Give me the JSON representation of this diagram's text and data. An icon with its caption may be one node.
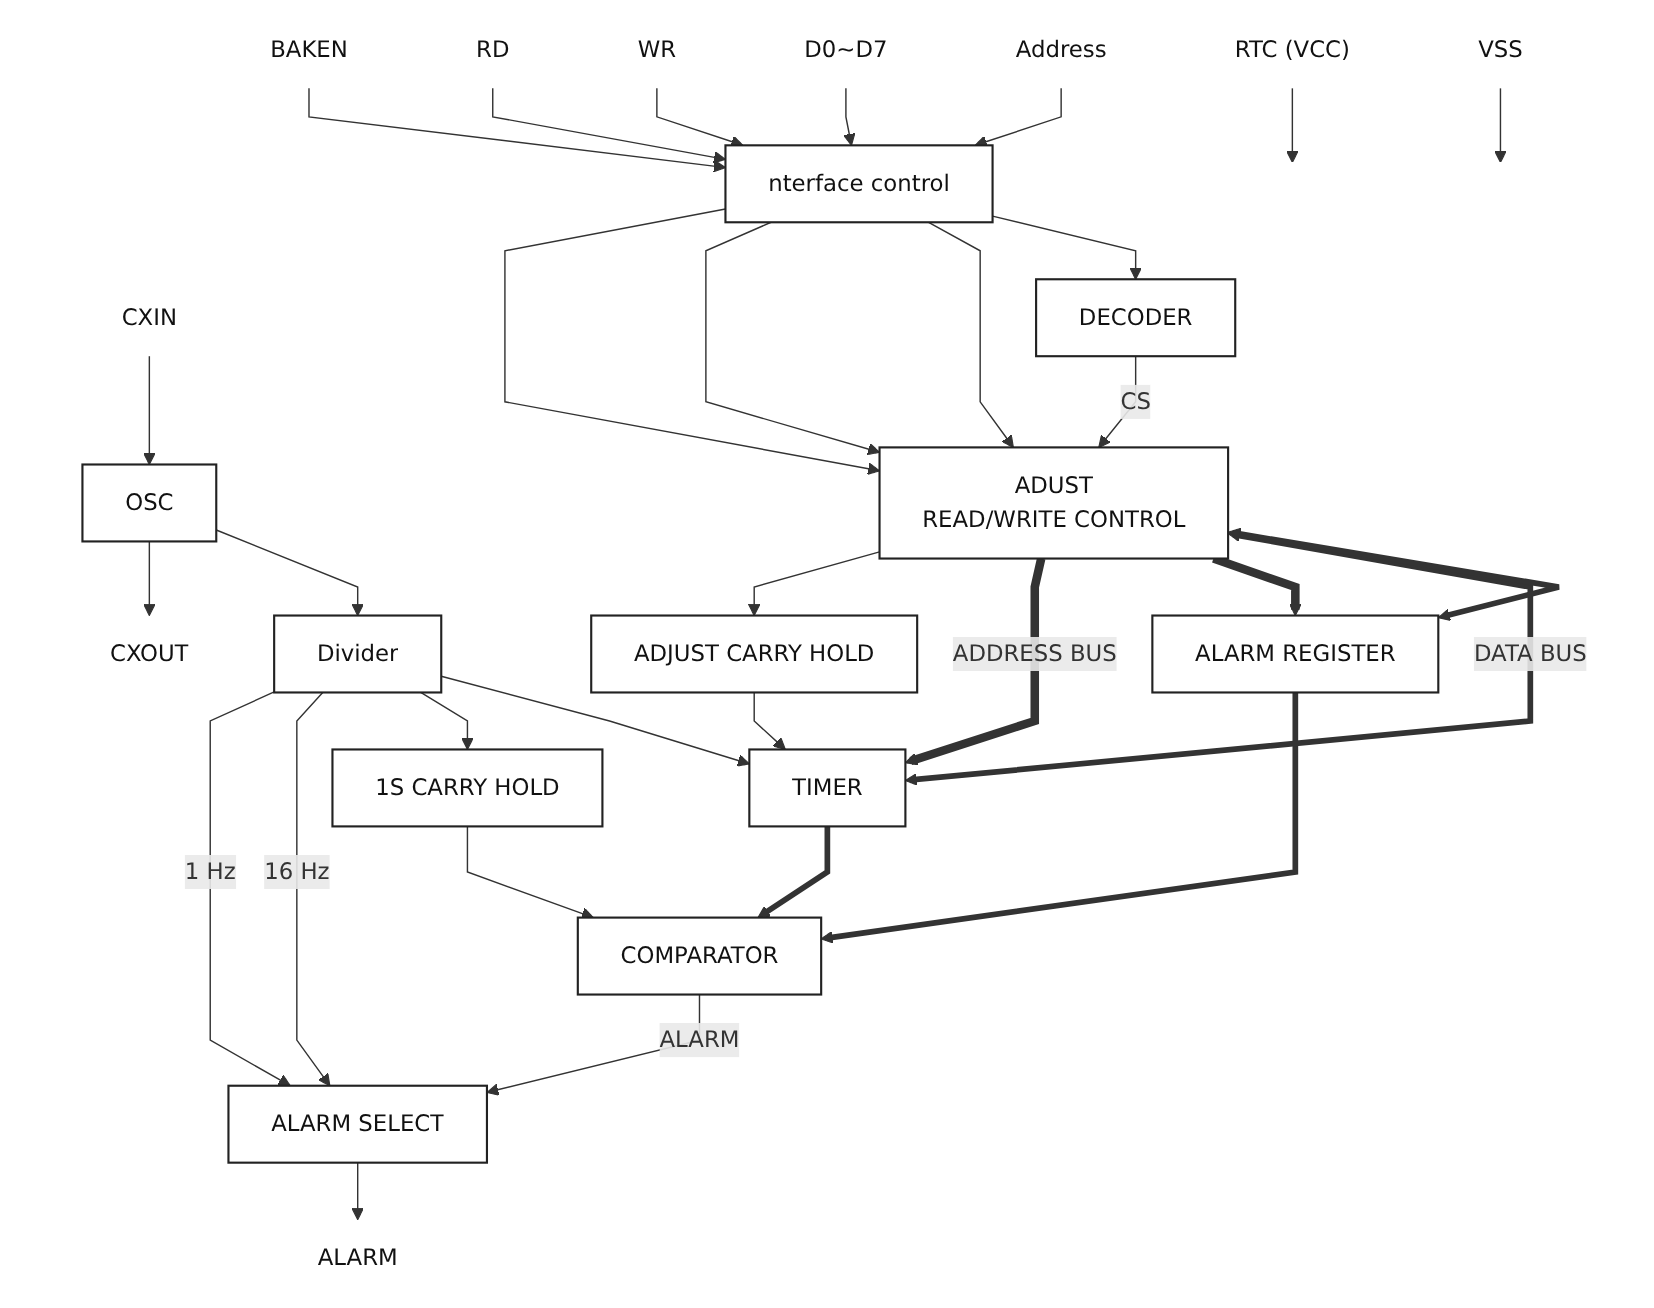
{
  "diagram": {
    "nodes": [
      {
        "text": [
          "CXIN"
        ]
      },
      {
        "text": [
          "CXOUT"
        ]
      },
      {
        "text": [
          "OSC"
        ]
      },
      {
        "text": [
          "Divider"
        ]
      },
      {
        "text": [
          "ALARM REGISTER"
        ]
      },
      {
        "text": [
          "ALARM SELECT"
        ]
      },
      {
        "text": [
          "ALARM"
        ]
      },
      {
        "text": [
          "1S CARRY HOLD"
        ]
      },
      {
        "text": [
          "COMPARATOR"
        ]
      },
      {
        "text": [
          "TIMER"
        ]
      },
      {
        "text": [
          "ADJUST CARRY HOLD"
        ]
      },
      {
        "text": [
          "RTC (VCC)"
        ]
      },
      {
        "text": [
          "VSS"
        ]
      },
      {
        "text": [
          "ADUST",
          "READ/WRITE CONTROL"
        ]
      },
      {
        "text": [
          "DECODER"
        ]
      },
      {
        "text": [
          "BAKEN"
        ]
      },
      {
        "text": [
          "nterface control"
        ]
      },
      {
        "text": [
          "RD"
        ]
      },
      {
        "text": [
          "WR"
        ]
      },
      {
        "text": [
          "D0~D7"
        ]
      },
      {
        "text": [
          "Address"
        ]
      }
    ],
    "edges": [
      {
        "from": 0,
        "to": 2,
        "arrow": "to"
      },
      {
        "from": 2,
        "to": 1,
        "arrow": "to"
      },
      {
        "from": 2,
        "to": 3,
        "arrow": "to"
      },
      {
        "from": 3,
        "to": 5,
        "arrow": "to",
        "label": "1 Hz"
      },
      {
        "from": 3,
        "to": 5,
        "arrow": "to",
        "label": "16 Hz"
      },
      {
        "from": 3,
        "to": 7,
        "arrow": "to"
      },
      {
        "from": 3,
        "to": 9,
        "arrow": "to"
      },
      {
        "from": 4,
        "to": 8,
        "arrow": "to",
        "style": "thick"
      },
      {
        "from": 9,
        "to": 8,
        "arrow": "to",
        "style": "thick"
      },
      {
        "from": 7,
        "to": 8,
        "arrow": "to"
      },
      {
        "from": 8,
        "to": 5,
        "arrow": "to",
        "label": "ALARM"
      },
      {
        "from": 5,
        "to": 6,
        "arrow": "to"
      },
      {
        "from": 10,
        "to": 9,
        "arrow": "to"
      },
      {
        "from": 13,
        "to": 10,
        "arrow": "to"
      },
      {
        "from": 13,
        "to": 9,
        "arrow": "to",
        "style": "thick",
        "color": "#333333",
        "label": "ADDRESS BUS"
      },
      {
        "from": 13,
        "to": 4,
        "arrow": "to",
        "style": "thick",
        "color": "#333333"
      },
      {
        "from": 13,
        "to": 9,
        "arrow": "both",
        "style": "thick",
        "label": "DATA BUS"
      },
      {
        "from": 13,
        "to": 4,
        "arrow": "both",
        "style": "thick"
      },
      {
        "from": 11,
        "to": null,
        "arrow": "to"
      },
      {
        "from": 12,
        "to": null,
        "arrow": "to"
      },
      {
        "from": 14,
        "to": 13,
        "arrow": "to",
        "label": "CS"
      },
      {
        "from": 15,
        "to": 16,
        "arrow": "to"
      },
      {
        "from": 16,
        "to": 13,
        "arrow": "to"
      },
      {
        "from": 16,
        "to": 13,
        "arrow": "to"
      },
      {
        "from": 16,
        "to": 13,
        "arrow": "to"
      },
      {
        "from": 16,
        "to": 14,
        "arrow": "to"
      },
      {
        "from": 17,
        "to": 16,
        "arrow": "to"
      },
      {
        "from": 18,
        "to": 16,
        "arrow": "to"
      },
      {
        "from": 19,
        "to": 16,
        "arrow": "to"
      },
      {
        "from": 20,
        "to": 16,
        "arrow": "to"
      }
    ]
  }
}
